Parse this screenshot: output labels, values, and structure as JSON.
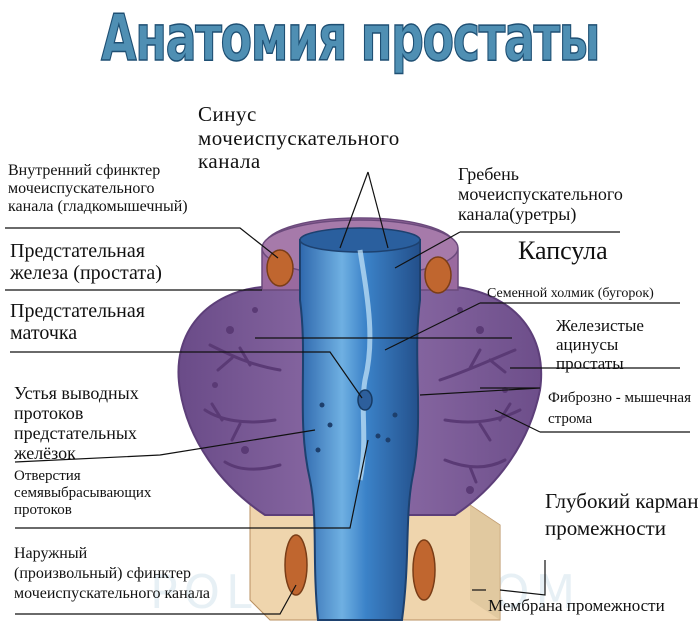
{
  "title": "Анатомия простаты",
  "watermark": "POLISMED.COM",
  "colors": {
    "title_fill": "#4f8fb3",
    "title_stroke": "#1e4f73",
    "capsule": "#8a5a94",
    "tissue": "#7d5d98",
    "urethra": "#3c7fc6",
    "urethra_light": "#8fc4ea",
    "sphincter": "#c0662f",
    "perineum": "#f0d6b0"
  },
  "labels": {
    "sinus": [
      "Синус",
      "мочеиспускательного",
      "канала"
    ],
    "inner_sphincter": [
      "Внутренний сфинктер",
      "мочеиспускательного",
      "канала (гладкомышечный)"
    ],
    "crest": [
      "Гребень",
      "мочеиспускательного",
      "канала(уретры)"
    ],
    "prostate": [
      "Предстательная",
      "железа (простата)"
    ],
    "capsule": "Капсула",
    "utricle": [
      "Предстательная",
      "маточка"
    ],
    "colliculus": "Семенной холмик (бугорок)",
    "acini": [
      "Железистые",
      "ацинусы",
      "простаты"
    ],
    "ducts": [
      "Устья выводных",
      "протоков",
      "предстательных",
      "желёзок"
    ],
    "stroma": [
      "Фиброзно - мышечная",
      "строма"
    ],
    "ejaculatory": [
      "Отверстия",
      "семявыбрасывающих",
      "протоков"
    ],
    "deep_pouch": [
      "Глубокий карман",
      "промежности"
    ],
    "outer_sphincter": [
      "Наружный",
      "(произвольный) сфинктер",
      "мочеиспускательного канала"
    ],
    "membrane": "Мембрана промежности"
  }
}
